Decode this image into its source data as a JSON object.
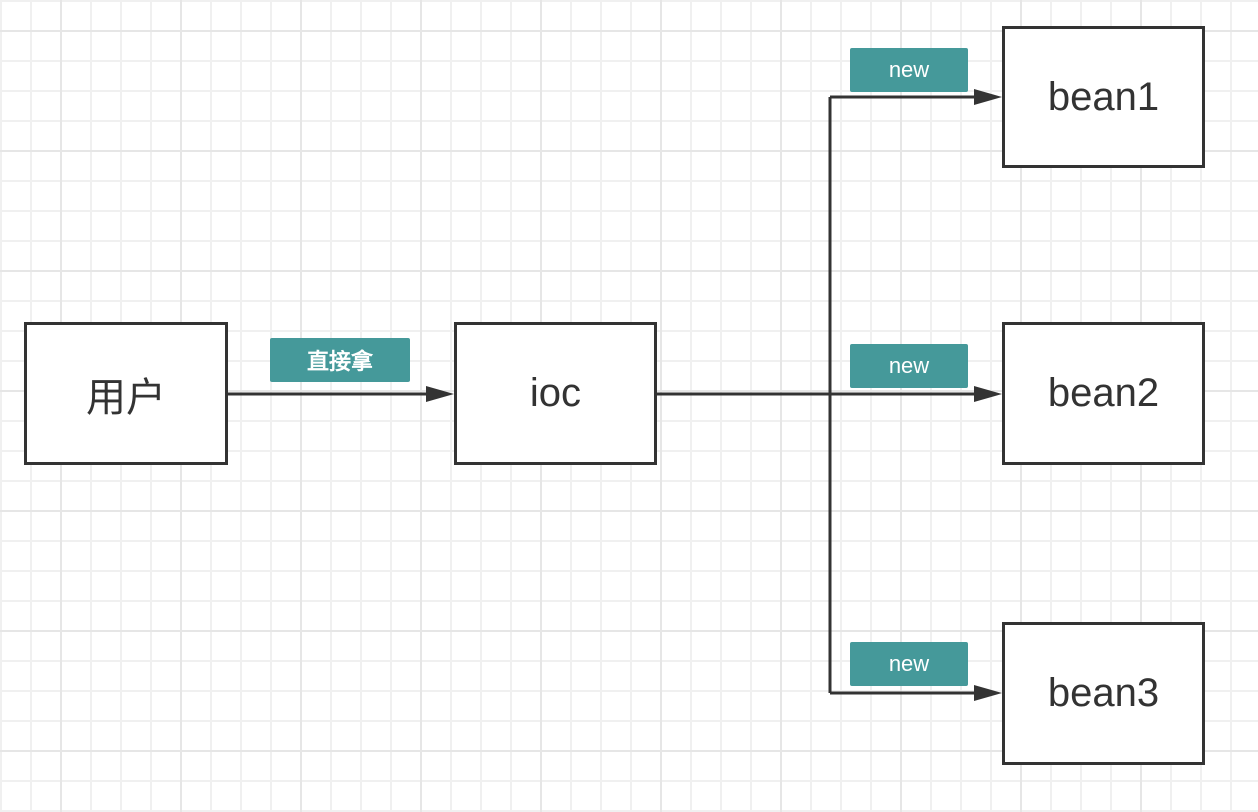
{
  "diagram": {
    "type": "flowchart",
    "colors": {
      "stroke": "#333333",
      "label_bg": "#45999a",
      "label_text": "#ffffff",
      "grid": "#f0f0f0"
    },
    "nodes": [
      {
        "id": "user",
        "label": "用户"
      },
      {
        "id": "ioc",
        "label": "ioc"
      },
      {
        "id": "bean1",
        "label": "bean1"
      },
      {
        "id": "bean2",
        "label": "bean2"
      },
      {
        "id": "bean3",
        "label": "bean3"
      }
    ],
    "edges": [
      {
        "from": "user",
        "to": "ioc",
        "label": "直接拿"
      },
      {
        "from": "ioc",
        "to": "bean1",
        "label": "new"
      },
      {
        "from": "ioc",
        "to": "bean2",
        "label": "new"
      },
      {
        "from": "ioc",
        "to": "bean3",
        "label": "new"
      }
    ]
  }
}
